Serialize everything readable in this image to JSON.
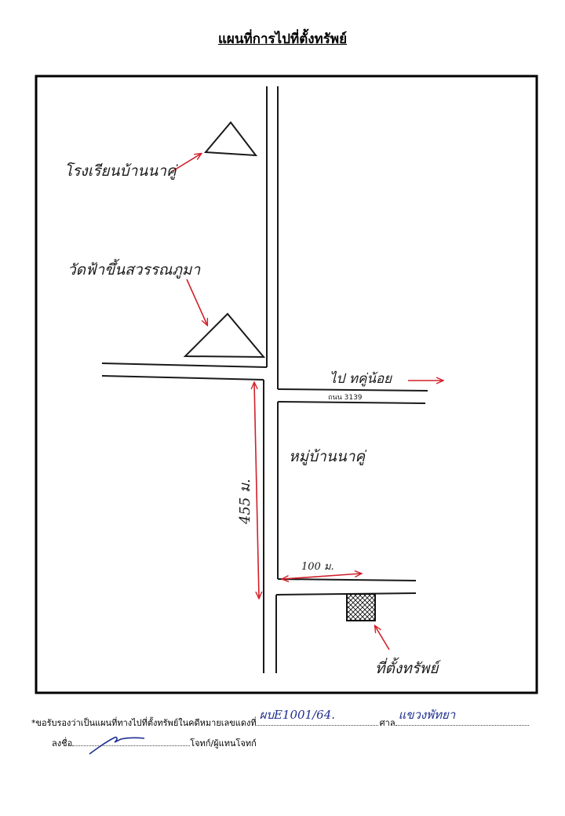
{
  "title": "แผนที่การไปที่ตั้งทรัพย์",
  "labels": {
    "school": "โรงเรียนบ้านนาคู่",
    "temple": "วัดฟ้าขึ้นสวรรณภูมา",
    "to_place": "ไป  ทคู่น้อย",
    "road_name": "ถนน 3139",
    "village": "หมู่บ้านนาคู่",
    "dist_vertical": "455 ม.",
    "dist_horizontal": "100 ม.",
    "property": "ที่ตั้งทรัพย์"
  },
  "footer": {
    "certify_prefix": "*ขอรับรองว่าเป็นแผนที่ทางไปที่ตั้งทรัพย์ในคดีหมายเลขแดงที่",
    "case_number": "ผบE1001/64.",
    "court_label": "ศาล",
    "court_name": "แขวงพัทยา",
    "sign_label": "ลงชื่อ",
    "sign_suffix": "โจทก์/ผู้แทนโจทก์"
  },
  "colors": {
    "ink": "#1a1a1a",
    "red_ink": "#d0202a",
    "blue_ink": "#1f2f8f"
  }
}
